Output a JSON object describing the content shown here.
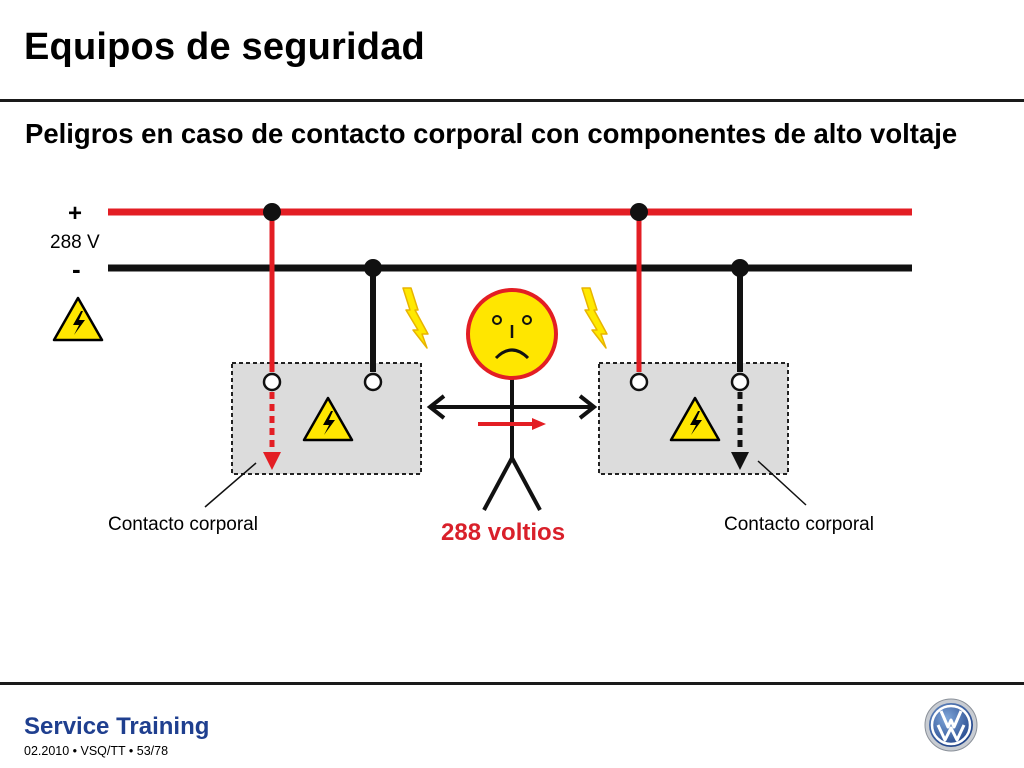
{
  "slide": {
    "title": "Equipos de seguridad",
    "subtitle": "Peligros en caso de contacto corporal con componentes de alto voltaje"
  },
  "diagram": {
    "plus_label": "+",
    "minus_label": "-",
    "voltage_label": "288 V",
    "contact_left": "Contacto corporal",
    "contact_right": "Contacto corporal",
    "body_voltage": "288 voltios",
    "colors": {
      "positive_line": "#e31e24",
      "negative_line": "#111111",
      "warning_fill": "#ffe600",
      "face_fill": "#ffe600",
      "face_ring": "#e31e24",
      "component_fill": "#dcdcdc"
    },
    "icons": [
      "high-voltage-warning-icon",
      "lightning-bolt-icon",
      "sad-face-icon",
      "vw-logo-icon"
    ]
  },
  "footer": {
    "brand": "Service Training",
    "meta": "02.2010 • VSQ/TT • 53/78"
  }
}
